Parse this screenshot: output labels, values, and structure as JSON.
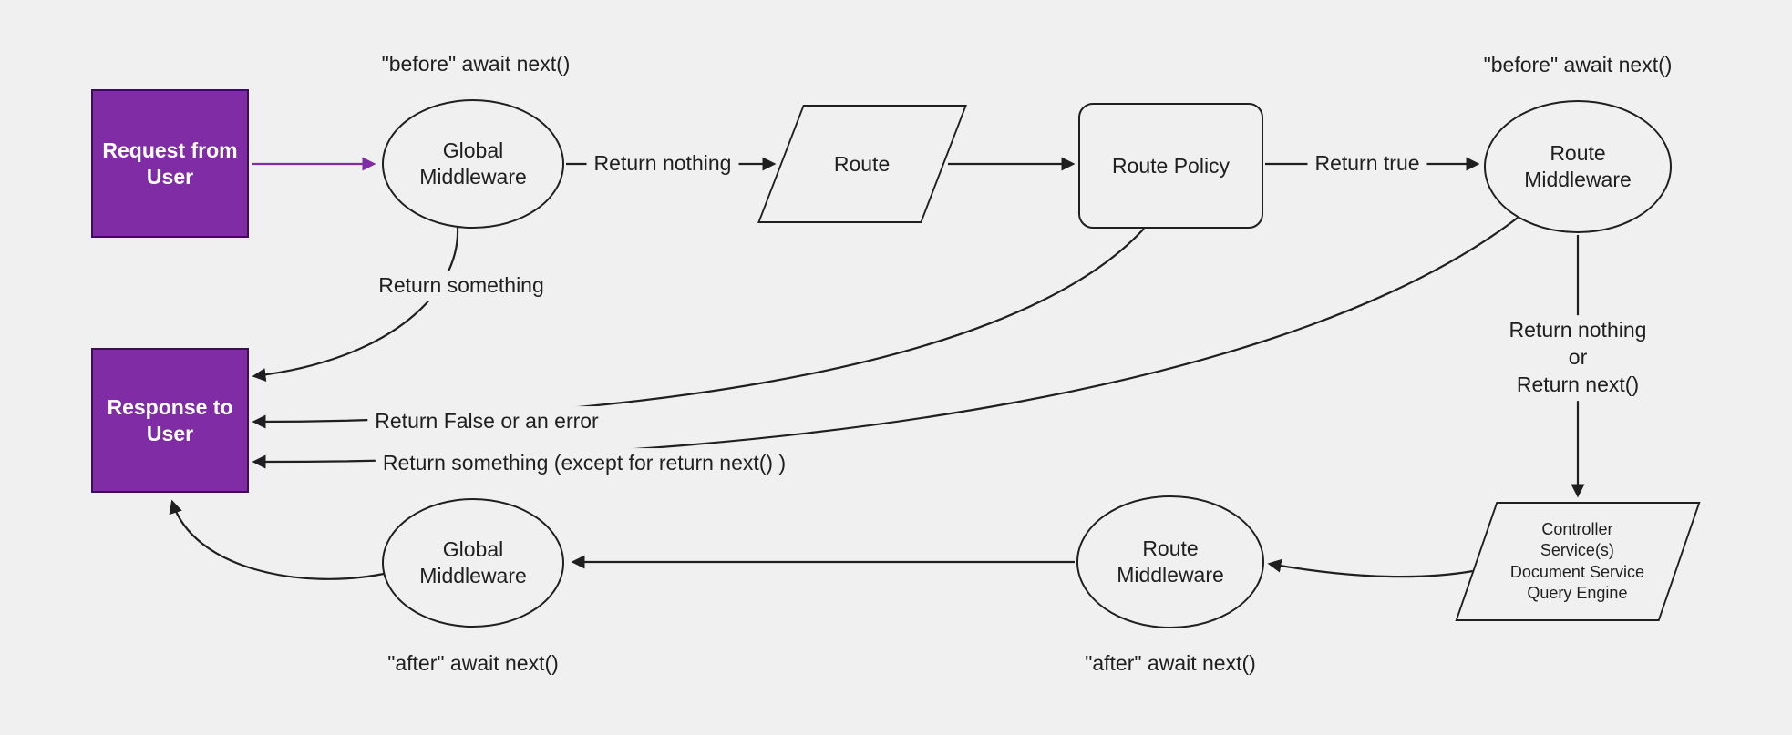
{
  "colors": {
    "background": "#f0f0f0",
    "stroke": "#1f1f1f",
    "text": "#1f1f1f",
    "purple_fill": "#7f2ca5",
    "purple_border": "#3c1050",
    "node_fill": "#f0f0f0",
    "node_text_light": "#ffffff"
  },
  "nodes": {
    "request_from_user": {
      "label": "Request from User"
    },
    "response_to_user": {
      "label": "Response to User"
    },
    "global_middleware_top": {
      "label": "Global Middleware"
    },
    "route": {
      "label": "Route"
    },
    "route_policy": {
      "label": "Route Policy"
    },
    "route_middleware_top": {
      "label": "Route Middleware"
    },
    "controller_stack": {
      "lines": [
        "Controller",
        "Service(s)",
        "Document Service",
        "Query Engine"
      ]
    },
    "route_middleware_bottom": {
      "label": "Route Middleware"
    },
    "global_middleware_bottom": {
      "label": "Global Middleware"
    }
  },
  "edge_labels": {
    "before_await_next_global": "\"before\" await next()",
    "before_await_next_route": "\"before\" await next()",
    "return_nothing": "Return nothing",
    "return_true": "Return true",
    "return_something": "Return something",
    "return_false_or_error": "Return False or an error",
    "return_something_except": "Return something (except for return next() )",
    "return_nothing_or_next": {
      "line1": "Return nothing",
      "line2": "or",
      "line3": "Return next()"
    },
    "after_await_next_global": "\"after\" await next()",
    "after_await_next_route": "\"after\" await next()"
  }
}
